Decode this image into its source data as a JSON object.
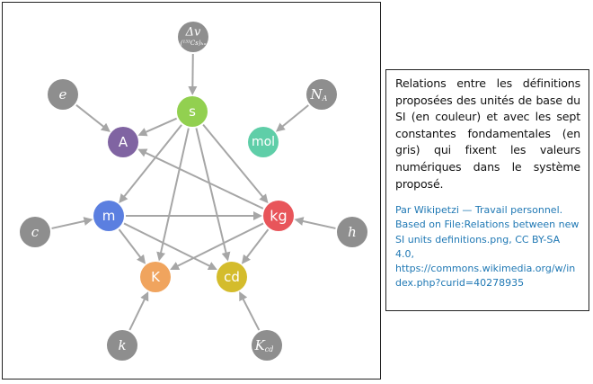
{
  "diagram": {
    "units": [
      {
        "id": "s",
        "label": "s",
        "color": "#92d050"
      },
      {
        "id": "A",
        "label": "A",
        "color": "#8064a2"
      },
      {
        "id": "mol",
        "label": "mol",
        "color": "#5fcea8"
      },
      {
        "id": "m",
        "label": "m",
        "color": "#5b7fe0"
      },
      {
        "id": "kg",
        "label": "kg",
        "color": "#e8555a"
      },
      {
        "id": "K",
        "label": "K",
        "color": "#f0a45e"
      },
      {
        "id": "cd",
        "label": "cd",
        "color": "#d4bc2c"
      }
    ],
    "constants": [
      {
        "id": "dv",
        "label": "Δv",
        "sub": "(¹³³Cs)ₕₒ",
        "color": "#8e8e8e"
      },
      {
        "id": "e",
        "label": "e",
        "sub": "",
        "color": "#8e8e8e"
      },
      {
        "id": "NA",
        "label": "N",
        "sub": "A",
        "color": "#8e8e8e"
      },
      {
        "id": "c",
        "label": "c",
        "sub": "",
        "color": "#8e8e8e"
      },
      {
        "id": "h",
        "label": "h",
        "sub": "",
        "color": "#8e8e8e"
      },
      {
        "id": "k",
        "label": "k",
        "sub": "",
        "color": "#8e8e8e"
      },
      {
        "id": "Kcd",
        "label": "K",
        "sub": "cd",
        "color": "#8e8e8e"
      }
    ],
    "edges": [
      [
        "dv",
        "s"
      ],
      [
        "e",
        "A"
      ],
      [
        "NA",
        "mol"
      ],
      [
        "c",
        "m"
      ],
      [
        "h",
        "kg"
      ],
      [
        "k",
        "K"
      ],
      [
        "Kcd",
        "cd"
      ],
      [
        "s",
        "A"
      ],
      [
        "s",
        "m"
      ],
      [
        "s",
        "kg"
      ],
      [
        "s",
        "K"
      ],
      [
        "s",
        "cd"
      ],
      [
        "m",
        "kg"
      ],
      [
        "m",
        "K"
      ],
      [
        "m",
        "cd"
      ],
      [
        "kg",
        "A"
      ],
      [
        "kg",
        "K"
      ],
      [
        "kg",
        "cd"
      ]
    ],
    "arrow_color": "#a6a6a6"
  },
  "caption": {
    "text": "Relations entre les définitions proposées des unités de base du SI (en couleur) et avec les sept constantes fondamentales (en gris) qui fixent les valeurs numériques dans le système proposé.",
    "credit_line1": "Par Wikipetzi — Travail personnel. Based on File:Relations between new SI units definitions.png, CC BY-SA 4.0,",
    "credit_line2": "https://commons.wikimedia.org/w/index.php?curid=40278935"
  }
}
